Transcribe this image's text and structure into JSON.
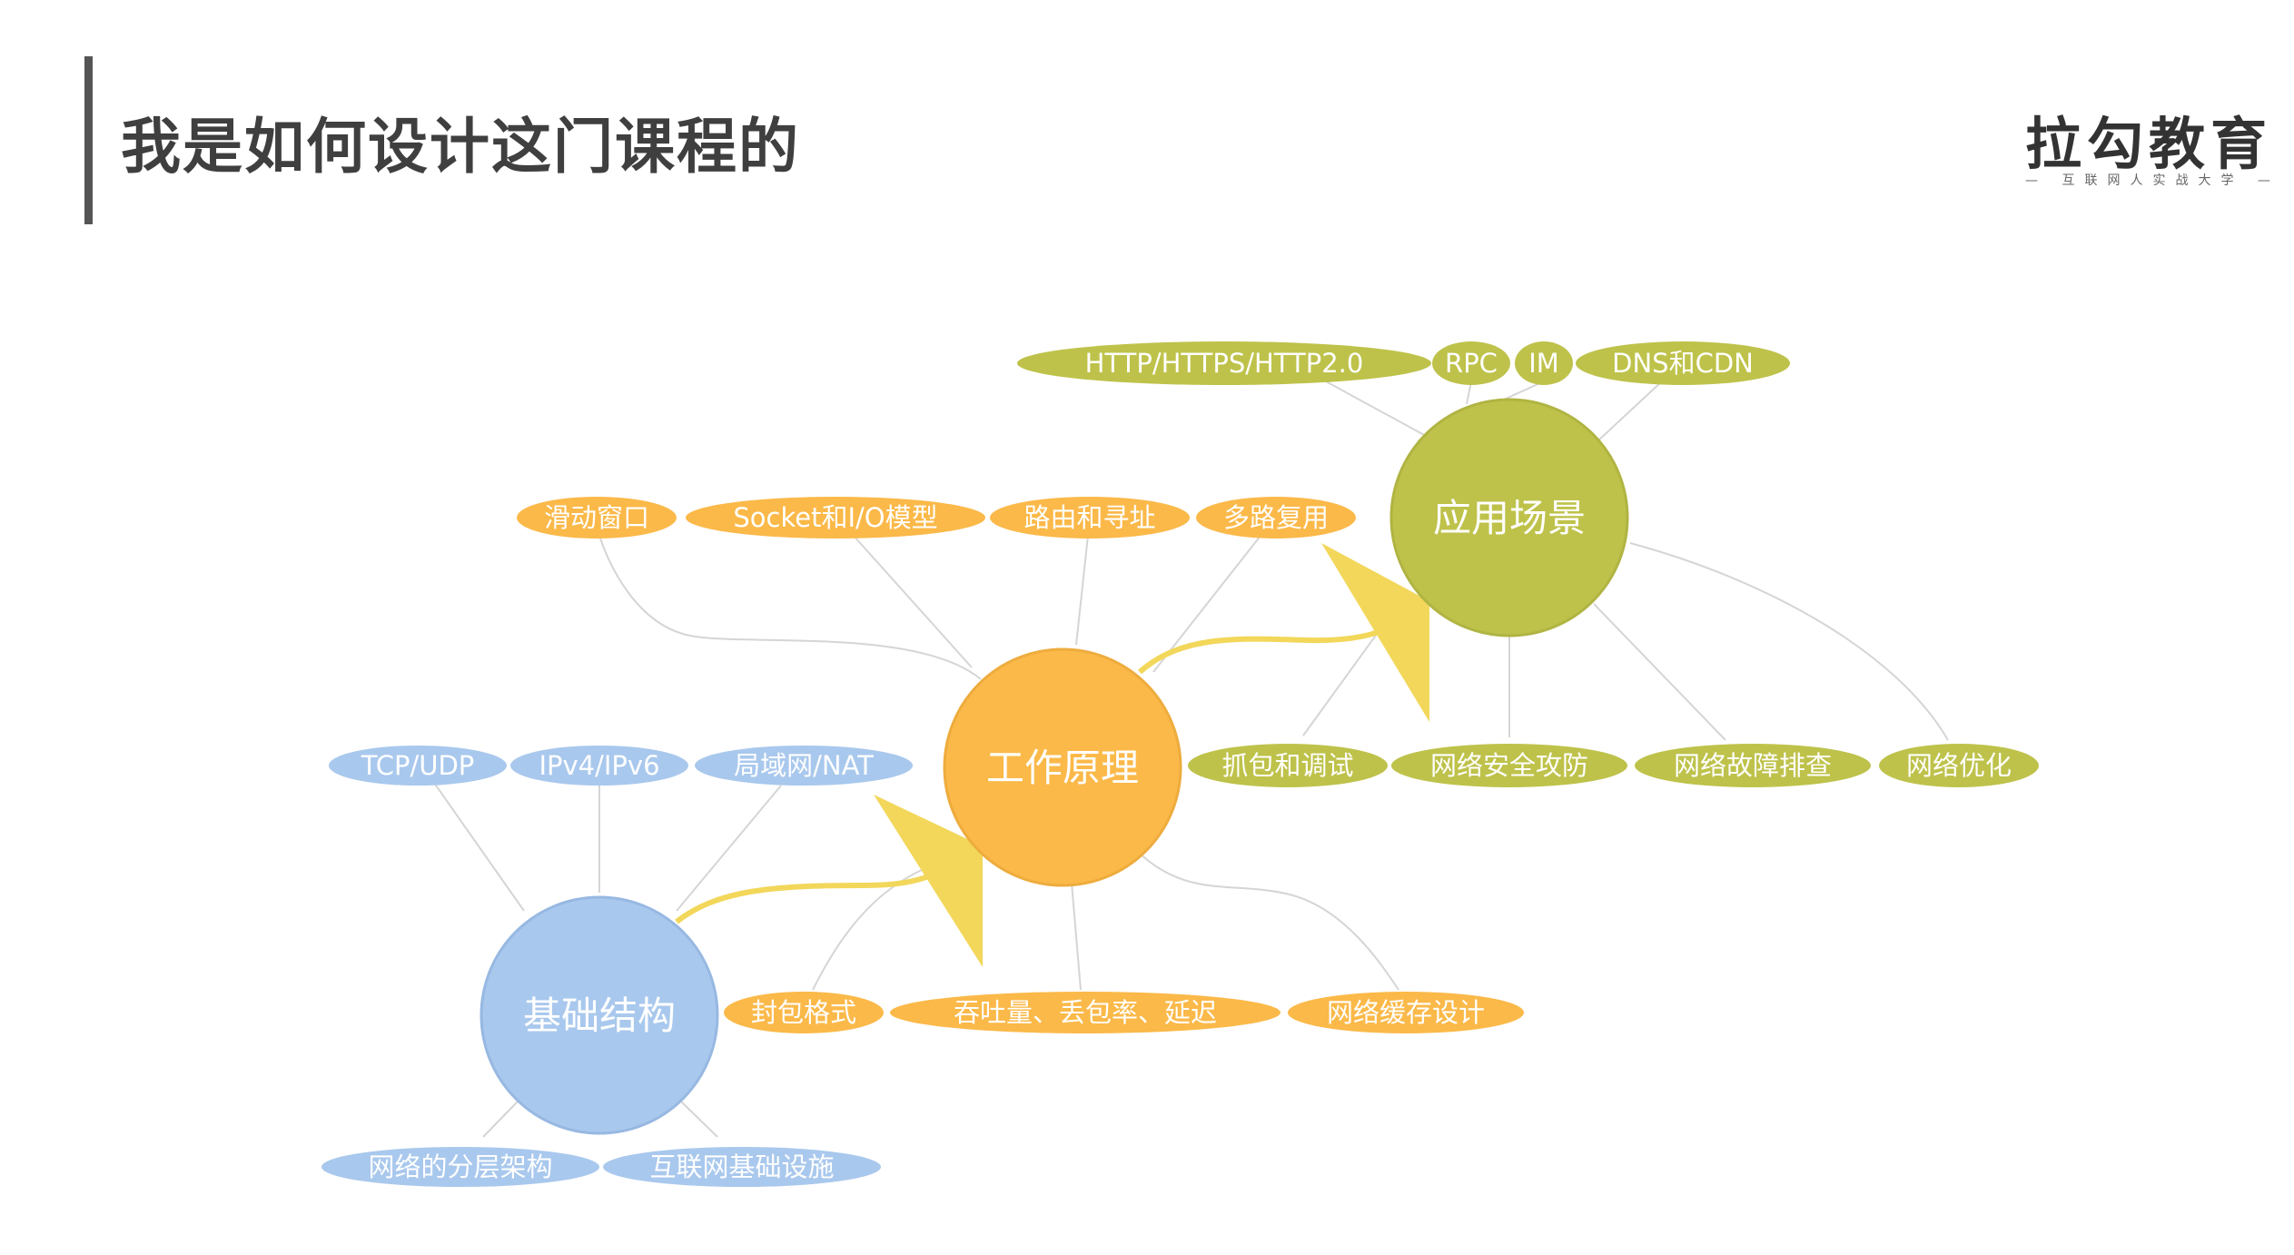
{
  "header": {
    "title": "我是如何设计这门课程的",
    "logo_text": "拉勾教育",
    "logo_tagline": "— 互联网人实战大学 —"
  },
  "colors": {
    "blue": "#a9c8ed",
    "orange": "#fbb949",
    "green": "#bec24a",
    "arrow": "#f2d75a",
    "connector": "#d5d5d5"
  },
  "diagram": {
    "hubs": {
      "foundation": "基础结构",
      "principle": "工作原理",
      "application": "应用场景"
    },
    "foundation_topics": {
      "tcp_udp": "TCP/UDP",
      "ipv4_ipv6": "IPv4/IPv6",
      "lan_nat": "局域网/NAT",
      "layered": "网络的分层架构",
      "infra": "互联网基础设施"
    },
    "principle_topics": {
      "sliding_window": "滑动窗口",
      "socket_io": "Socket和I/O模型",
      "routing": "路由和寻址",
      "multiplexing": "多路复用",
      "packet_format": "封包格式",
      "throughput": "吞吐量、丢包率、延迟",
      "cache": "网络缓存设计"
    },
    "application_topics": {
      "http": "HTTP/HTTPS/HTTP2.0",
      "rpc": "RPC",
      "im": "IM",
      "dns_cdn": "DNS和CDN",
      "capture": "抓包和调试",
      "security": "网络安全攻防",
      "troubleshoot": "网络故障排查",
      "optimize": "网络优化"
    }
  }
}
